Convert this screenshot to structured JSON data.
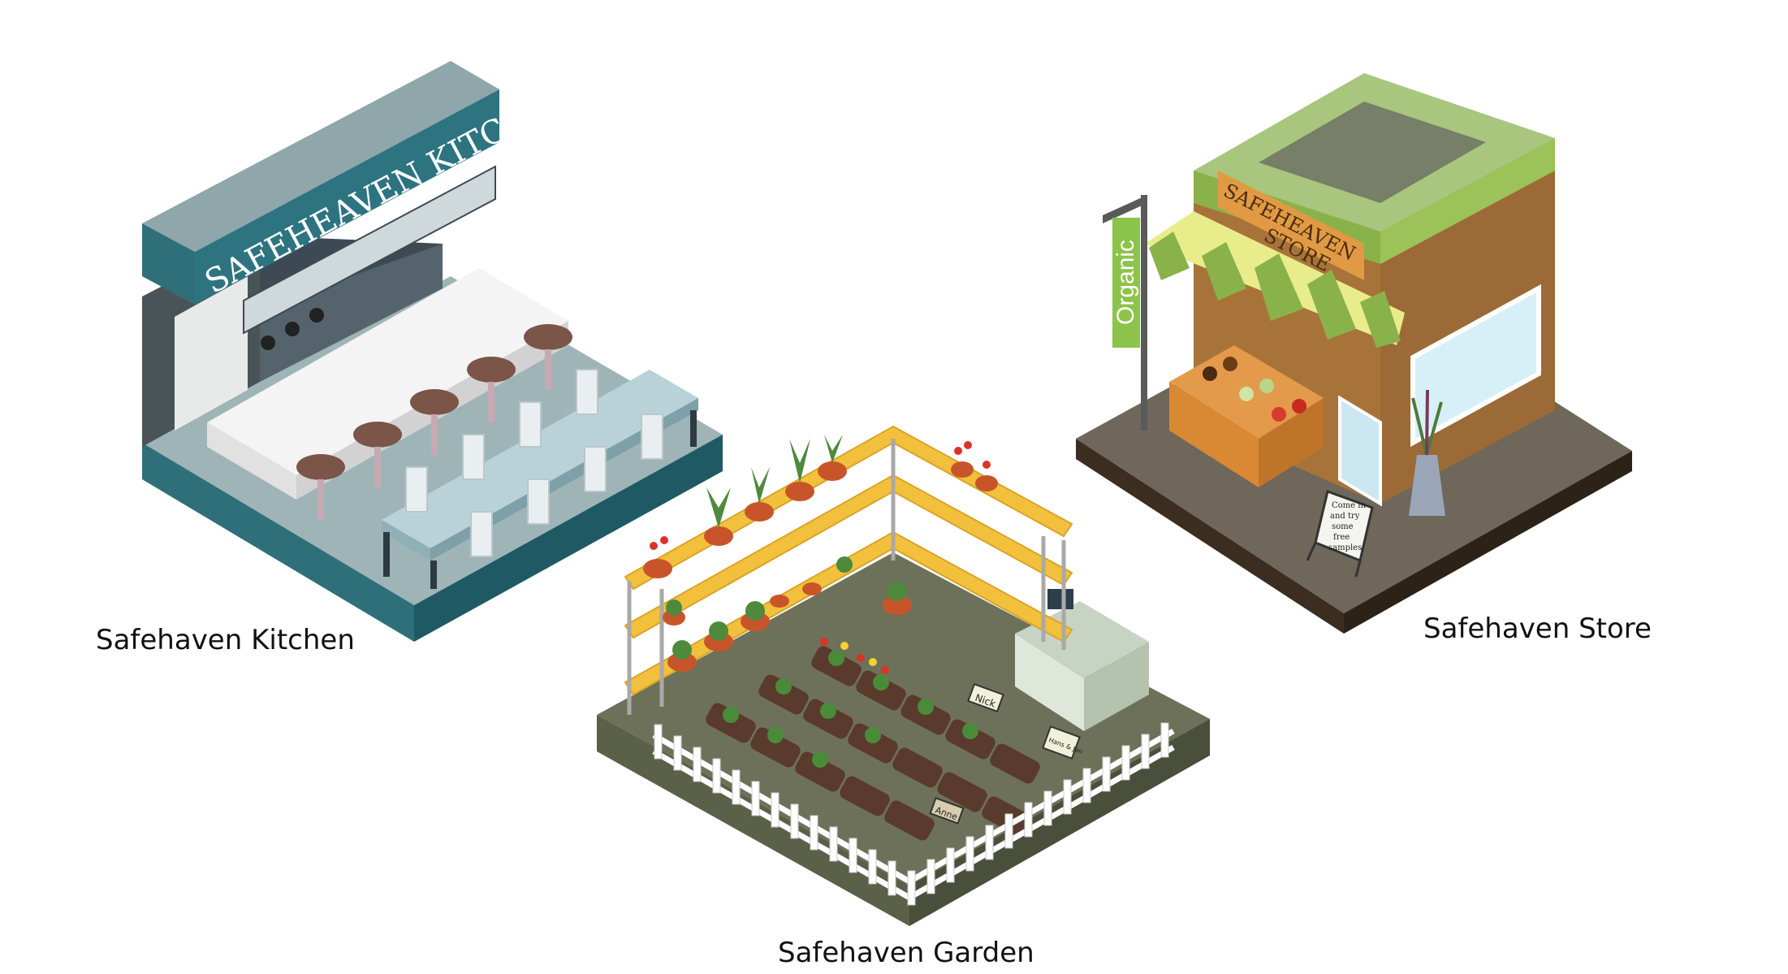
{
  "captions": {
    "kitchen": "Safehaven Kitchen",
    "garden": "Safehaven Garden",
    "store": "Safehaven Store"
  },
  "signs": {
    "kitchen_sign": "SAFEHEAVEN KITCHEN",
    "store_sign_line1": "SAFEHEAVEN",
    "store_sign_line2": "STORE",
    "organic_banner": "Organic",
    "sandwich_board": [
      "Come in",
      "and try",
      "some",
      "free",
      "samples"
    ],
    "garden_label_nick": "Nick",
    "garden_label_anne": "Anne",
    "garden_label_third": "Hans & Jan"
  },
  "colors": {
    "kitchen_teal": "#2f6f7a",
    "kitchen_sign": "#8aa1a6",
    "store_green": "#9cc25a",
    "store_brown": "#9c6a36",
    "garden_shelf": "#f2c03c",
    "garden_ground": "#6d7159"
  }
}
